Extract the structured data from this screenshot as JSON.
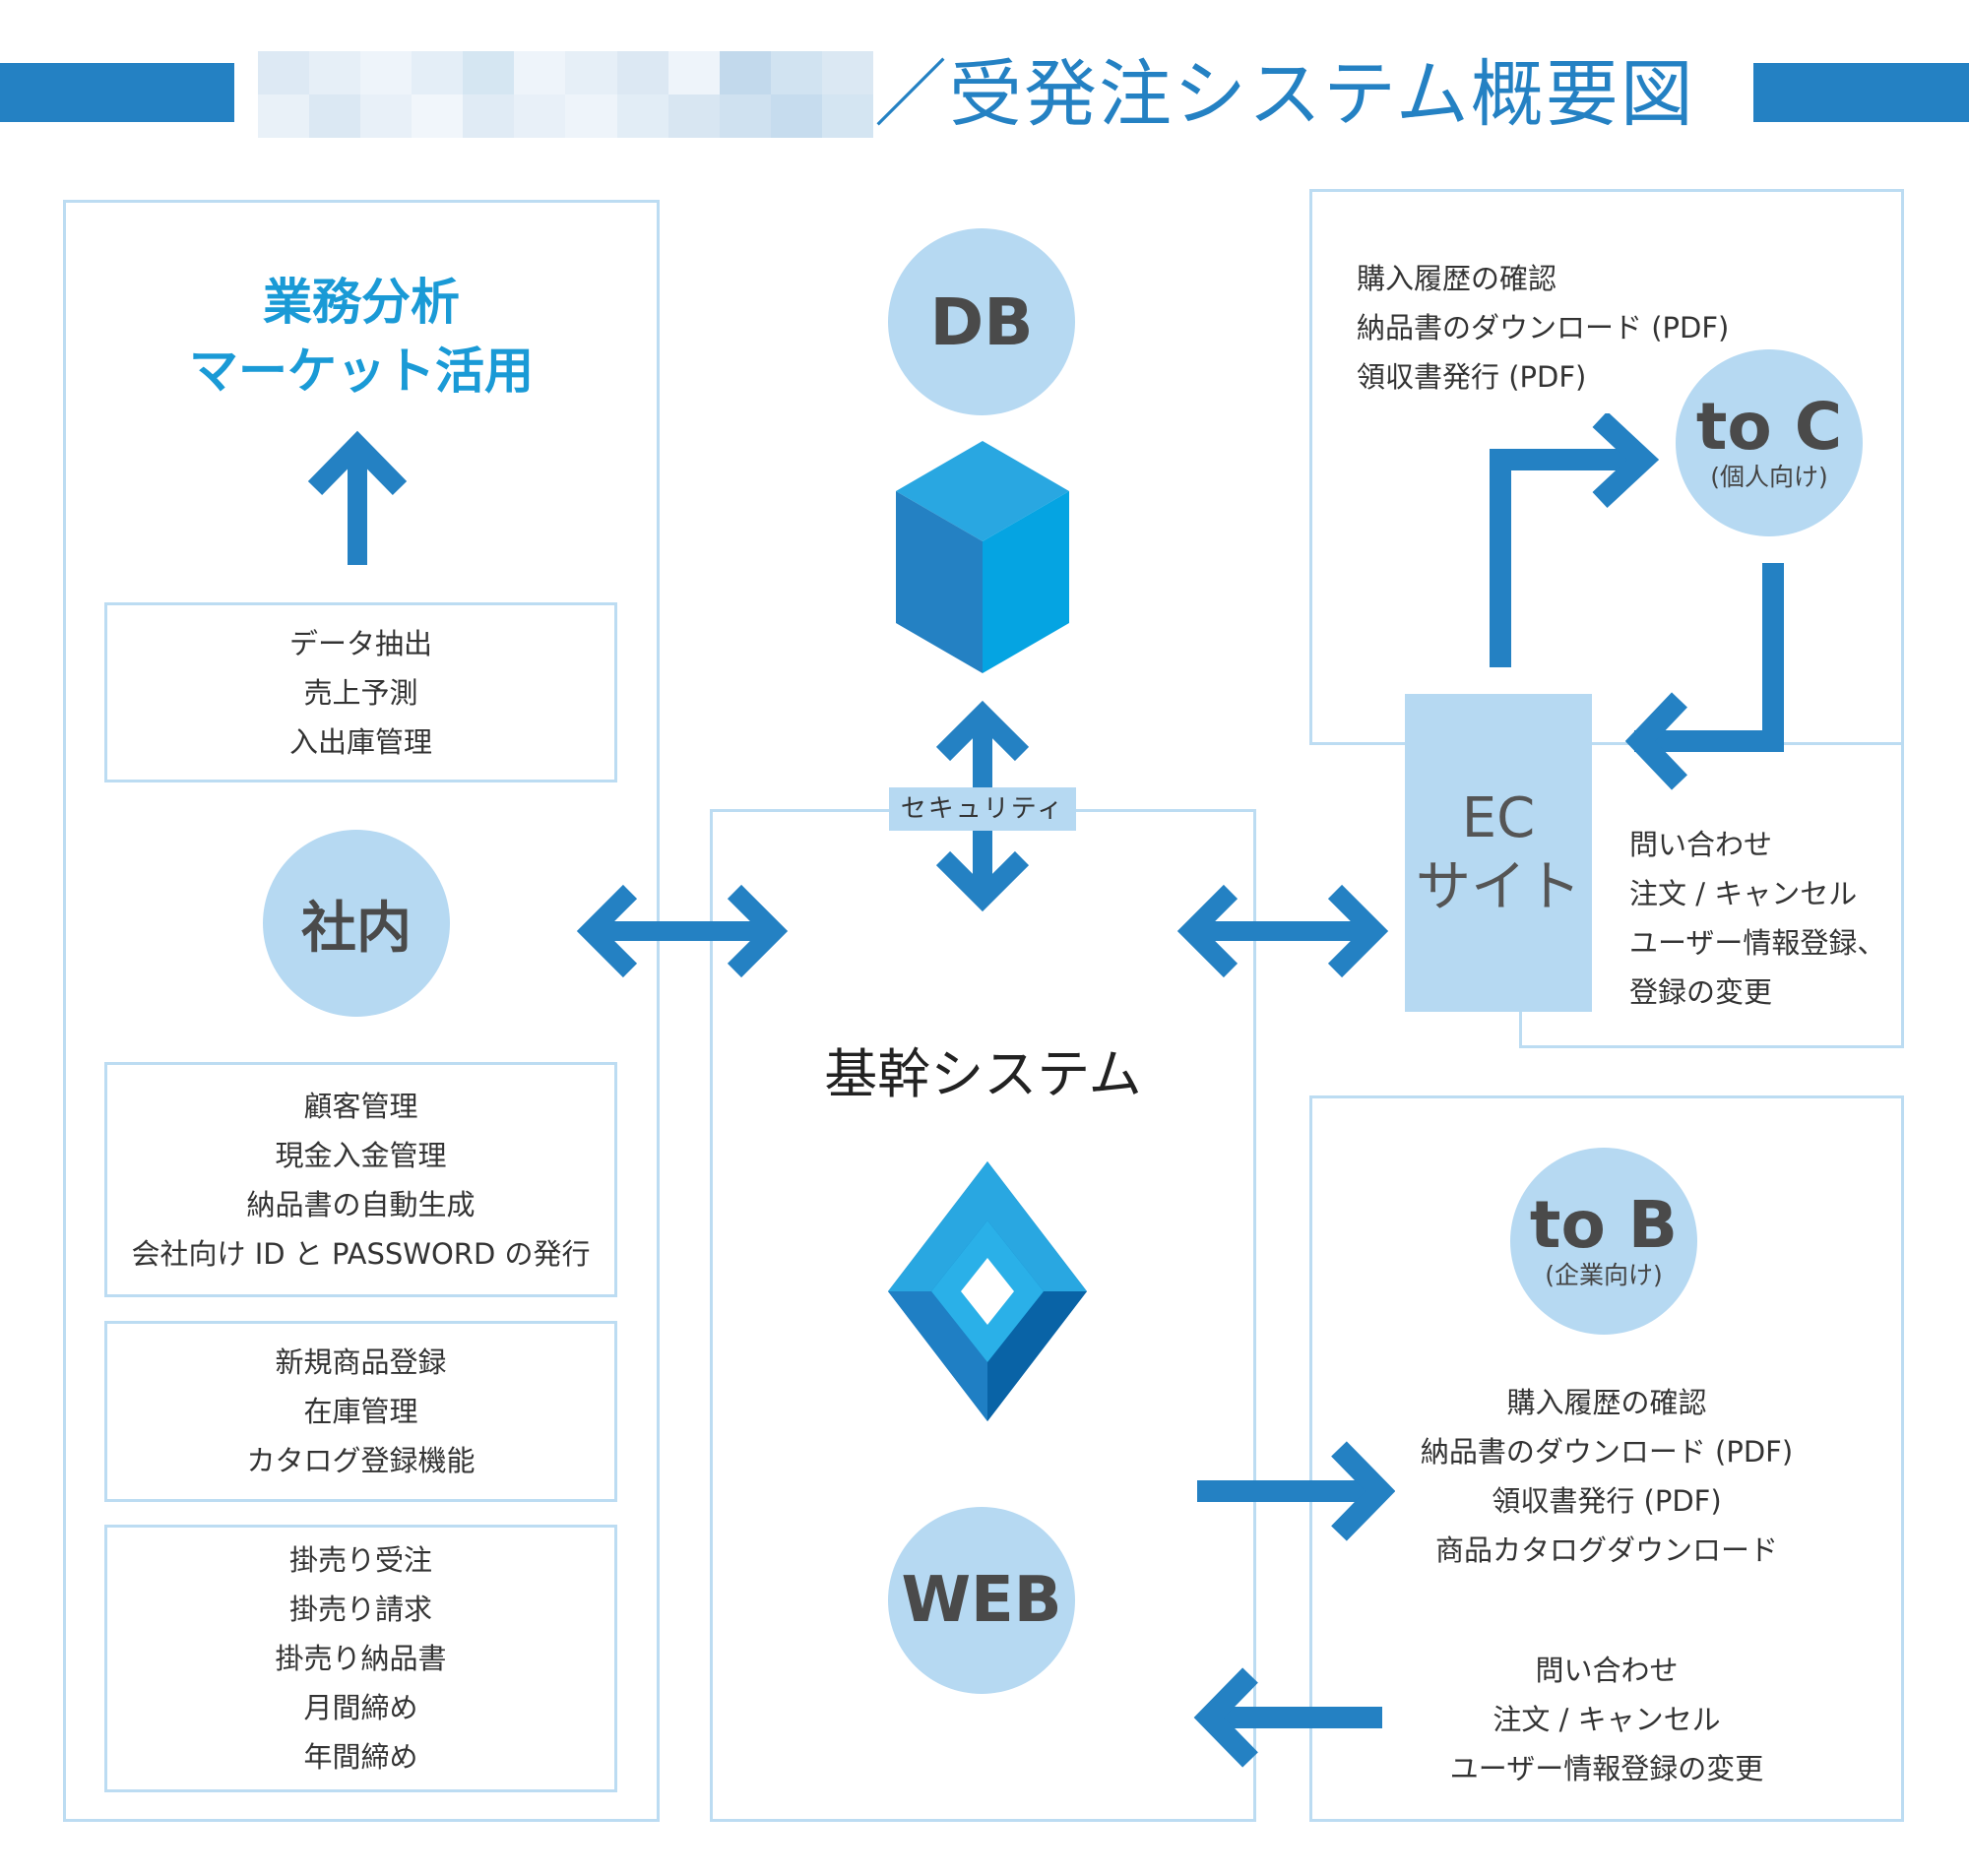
{
  "header": {
    "title": "／受発注システム概要図",
    "accent_color": "#2481c3"
  },
  "left_panel": {
    "analysis_title": [
      "業務分析",
      "マーケット活用"
    ],
    "analysis_box": [
      "データ抽出",
      "売上予測",
      "入出庫管理"
    ],
    "center_label": "社内",
    "box_customer": [
      "顧客管理",
      "現金入金管理",
      "納品書の自動生成",
      "会社向け ID と PASSWORD の発行"
    ],
    "box_product": [
      "新規商品登録",
      "在庫管理",
      "カタログ登録機能"
    ],
    "box_credit": [
      "掛売り受注",
      "掛売り請求",
      "掛売り納品書",
      "月間締め",
      "年間締め"
    ]
  },
  "center": {
    "db_label": "DB",
    "security_label": "セキュリティ",
    "core_label": "基幹システム",
    "web_label": "WEB"
  },
  "to_c": {
    "title": "to C",
    "subtitle": "(個人向け)",
    "outputs": [
      "購入履歴の確認",
      "納品書のダウンロード (PDF)",
      "領収書発行 (PDF)"
    ],
    "inputs": [
      "問い合わせ",
      "注文 / キャンセル",
      "ユーザー情報登録、",
      "登録の変更"
    ],
    "ec_label": [
      "EC",
      "サイト"
    ]
  },
  "to_b": {
    "title": "to B",
    "subtitle": "(企業向け)",
    "outputs": [
      "購入履歴の確認",
      "納品書のダウンロード (PDF)",
      "領収書発行 (PDF)",
      "商品カタログダウンロード"
    ],
    "inputs": [
      "問い合わせ",
      "注文 / キャンセル",
      "ユーザー情報登録の変更"
    ]
  },
  "colors": {
    "arrow": "#2481c3",
    "circle": "#b6d9f2",
    "border": "#bcdcf2",
    "heading": "#1a9ad6"
  }
}
